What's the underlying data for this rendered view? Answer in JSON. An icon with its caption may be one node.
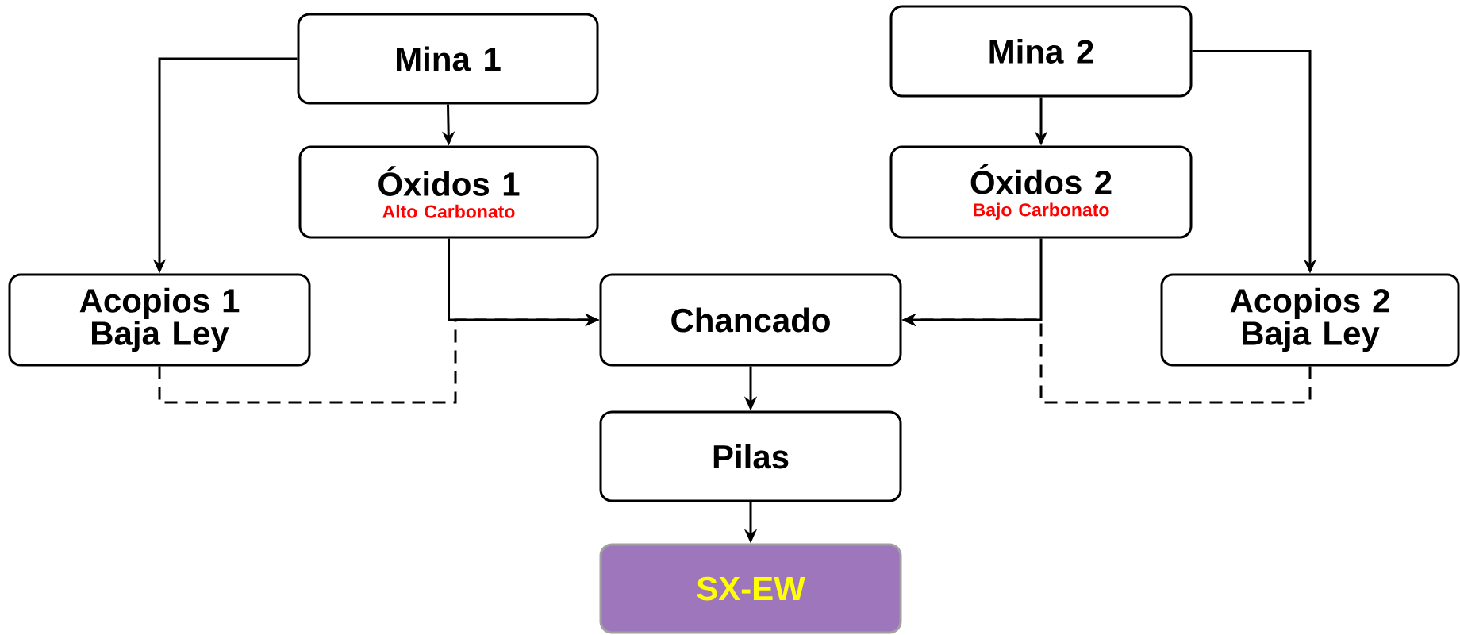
{
  "diagram": {
    "nodes": [
      {
        "text": [
          "Mina 1"
        ]
      },
      {
        "text": [
          "Mina 2"
        ]
      },
      {
        "text": [
          "Óxidos 1",
          "Alto Carbonato"
        ]
      },
      {
        "text": [
          "Óxidos 2",
          "Bajo Carbonato"
        ]
      },
      {
        "text": [
          "Acopios 1 Baja Ley"
        ]
      },
      {
        "text": [
          "Chancado"
        ]
      },
      {
        "text": [
          "Acopios 2 Baja Ley"
        ]
      },
      {
        "text": [
          "Pilas"
        ]
      },
      {
        "text": [
          "SX-EW"
        ]
      }
    ],
    "edges": [
      {
        "from": 0,
        "to": 4,
        "arrow": "to"
      },
      {
        "from": 0,
        "to": 2,
        "arrow": "to"
      },
      {
        "from": 1,
        "to": 3,
        "arrow": "to"
      },
      {
        "from": 1,
        "to": 6,
        "arrow": "to"
      },
      {
        "from": 2,
        "to": 5,
        "arrow": "to"
      },
      {
        "from": 4,
        "to": 5,
        "arrow": "to",
        "style": "dashed"
      },
      {
        "from": 3,
        "to": 5,
        "arrow": "to"
      },
      {
        "from": 6,
        "to": 5,
        "arrow": "to",
        "style": "dashed"
      },
      {
        "from": 5,
        "to": 7,
        "arrow": "to"
      },
      {
        "from": 7,
        "to": 8,
        "arrow": "to"
      }
    ]
  }
}
